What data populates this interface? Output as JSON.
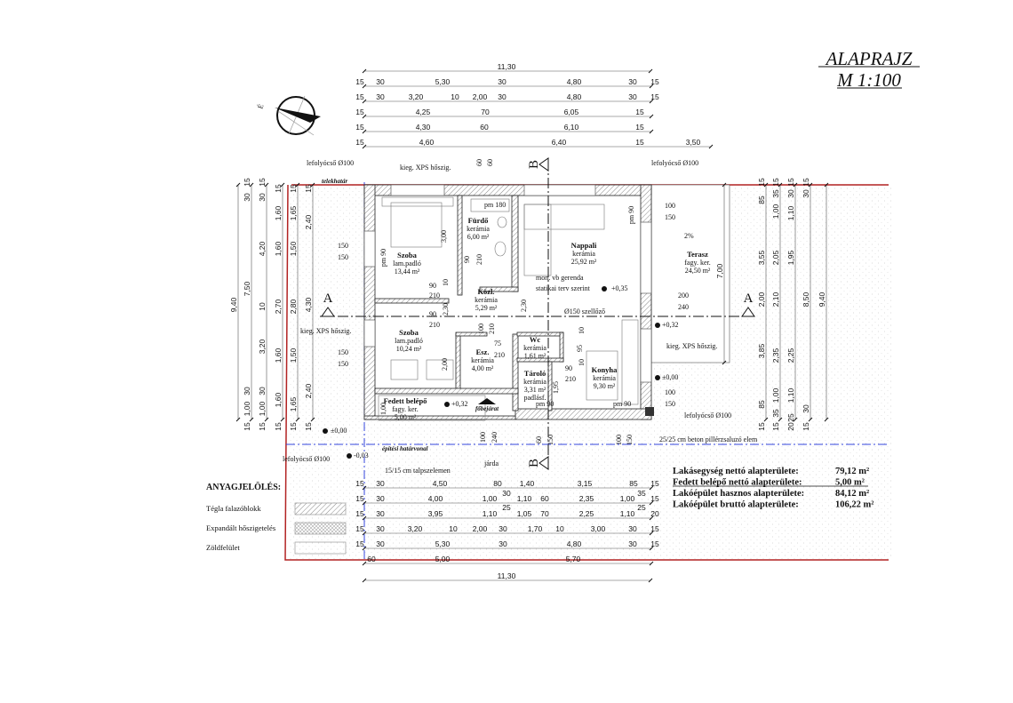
{
  "title": {
    "main": "ALAPRAJZ",
    "scale": "M 1:100"
  },
  "compass_letter": "É",
  "colors": {
    "property_line": "#b22222",
    "building_line": "#3344dd",
    "wall_hatch": "#888888"
  },
  "dims": {
    "top_total": "11,30",
    "top_rows": [
      [
        "15",
        "30",
        "5,30",
        "30",
        "4,80",
        "30",
        "15"
      ],
      [
        "15",
        "30",
        "3,20",
        "10",
        "2,00",
        "30",
        "4,80",
        "30",
        "15"
      ],
      [
        "15",
        "4,25",
        "70",
        "6,05",
        "15"
      ],
      [
        "15",
        "4,30",
        "60",
        "6,10",
        "15"
      ],
      [
        "15",
        "4,60",
        "6,40",
        "15",
        "3,50"
      ]
    ],
    "bottom_rows": [
      [
        "15",
        "30",
        "4,50",
        "80",
        "1,40",
        "3,15",
        "85",
        "15"
      ],
      [
        "15",
        "30",
        "4,00",
        "1,00",
        "30",
        "1,10",
        "60",
        "2,35",
        "1,00",
        "35",
        "15"
      ],
      [
        "15",
        "30",
        "3,95",
        "1,10",
        "25",
        "1,05",
        "70",
        "2,25",
        "1,10",
        "25",
        "20"
      ],
      [
        "15",
        "30",
        "3,20",
        "10",
        "2,00",
        "30",
        "1,70",
        "10",
        "3,00",
        "30",
        "15"
      ],
      [
        "15",
        "30",
        "5,30",
        "30",
        "4,80",
        "30",
        "15"
      ],
      [
        "60",
        "5,00",
        "5,70"
      ]
    ],
    "bottom_total": "11,30",
    "left_cols": [
      [
        "9,40"
      ],
      [
        "15",
        "30",
        "7,50",
        "30",
        "1,00",
        "15"
      ],
      [
        "15",
        "30",
        "4,20",
        "10",
        "3,20",
        "30",
        "1,00",
        "15"
      ],
      [
        "15",
        "1,60",
        "1,60",
        "2,70",
        "1,60",
        "1,60",
        "15"
      ],
      [
        "15",
        "1,65",
        "1,50",
        "2,80",
        "1,50",
        "1,65",
        "15"
      ],
      [
        "15",
        "2,40",
        "4,30",
        "2,40",
        "15"
      ]
    ],
    "right_cols": [
      [
        "7,00"
      ],
      [
        "15",
        "85",
        "3,55",
        "2,00",
        "3,85",
        "85",
        "15"
      ],
      [
        "15",
        "35",
        "1,00",
        "2,05",
        "2,10",
        "2,35",
        "1,00",
        "35",
        "15"
      ],
      [
        "15",
        "30",
        "1,10",
        "1,95",
        "2,25",
        "1,10",
        "25",
        "20"
      ],
      [
        "15",
        "30",
        "8,50",
        "30",
        "15"
      ],
      [
        "9,40"
      ]
    ]
  },
  "rooms": [
    {
      "name": "Szoba",
      "floor": "lam.padló",
      "area": "13,44 m²"
    },
    {
      "name": "Fürdő",
      "floor": "kerámia",
      "area": "6,00 m²"
    },
    {
      "name": "Nappali",
      "floor": "kerámia",
      "area": "25,92 m²"
    },
    {
      "name": "Közl.",
      "floor": "kerámia",
      "area": "5,29 m²"
    },
    {
      "name": "Szoba",
      "floor": "lam.padló",
      "area": "10,24 m²"
    },
    {
      "name": "Esz.",
      "floor": "kerámia",
      "area": "4,00 m²"
    },
    {
      "name": "Wc",
      "floor": "kerámia",
      "area": "1,61 m²"
    },
    {
      "name": "Tároló",
      "floor": "kerámia",
      "area": "3,31 m²",
      "extra": "padlásf."
    },
    {
      "name": "Konyha",
      "floor": "kerámia",
      "area": "9,30 m²"
    },
    {
      "name": "Fedett belépő",
      "floor": "fagy. ker.",
      "area": "5,00 m²"
    },
    {
      "name": "Terasz",
      "floor": "fagy. ker.",
      "area": "24,50 m²"
    }
  ],
  "annotations": [
    "lefolyócső Ø100",
    "kieg. XPS hőszig.",
    "telekhatár",
    "lefolyócső Ø100",
    "pm 180",
    "pm 90",
    "3,00",
    "pm 90",
    "100",
    "150",
    "2%",
    "150",
    "150",
    "200",
    "240",
    "mon. vb gerenda",
    "statikai terv szerint",
    "+0,35",
    "90",
    "210",
    "Ø150 szellőző",
    "90",
    "210",
    "kieg. XPS hőszig.",
    "150",
    "150",
    "kieg. XPS hőszig.",
    "+0,32",
    "75",
    "210",
    "90",
    "210",
    "±0,00",
    "100",
    "150",
    "lefolyócső Ø100",
    "+0,32",
    "főbejárat",
    "pm 90",
    "pm 90",
    "±0,00",
    "25/25 cm beton pillérzsaluzó elem",
    "építési határvonal",
    "lefolyócső Ø100",
    "-0,03",
    "15/15 cm talpszelemen",
    "járda",
    "100",
    "240",
    "60",
    "150",
    "100",
    "150",
    "60",
    "60",
    "1,00",
    "2,00",
    "90",
    "210",
    "10",
    "2,30",
    "100",
    "210",
    "1,95",
    "95",
    "10",
    "10",
    "2,30"
  ],
  "sections": {
    "a_left": "A",
    "a_right": "A",
    "b_top": "B",
    "b_bottom": "B"
  },
  "summary": [
    {
      "label": "Lakásegység nettó alapterülete:",
      "value": "79,12 m²"
    },
    {
      "label": "Fedett belépő nettó alapterülete:",
      "value": "5,00 m²"
    },
    {
      "label": "Lakóépület hasznos alapterülete:",
      "value": "84,12 m²"
    },
    {
      "label": "Lakóépület bruttó alapterülete:",
      "value": "106,22 m²"
    }
  ],
  "legend": {
    "title": "ANYAGJELÖLÉS:",
    "items": [
      {
        "label": "Tégla falazóblokk",
        "pattern": "hatch"
      },
      {
        "label": "Expandált hőszigetelés",
        "pattern": "crosshatch"
      },
      {
        "label": "Zöldfelület",
        "pattern": "dots"
      }
    ]
  }
}
